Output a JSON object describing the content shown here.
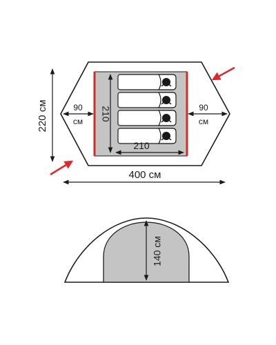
{
  "floor_plan": {
    "width_label": "400 см",
    "depth_label": "220 см",
    "vestibule_left_value": "90",
    "vestibule_left_unit": "см",
    "vestibule_right_value": "90",
    "vestibule_right_unit": "см",
    "inner_length_label": "210",
    "inner_width_label": "210",
    "sleeping_places": 4
  },
  "side_view": {
    "height_label": "140 см"
  },
  "colors": {
    "outline": "#1a1a1a",
    "tent_fill": "#ffffff",
    "inner_fill": "#c4c4c4",
    "door_red": "#d42a2a",
    "entrance_arrow": "#e0262a",
    "dimension_line": "#1a1a1a"
  },
  "icons": {
    "sleeping_bag": "sleeping-bag-icon",
    "entrance_arrow": "entrance-arrow-icon"
  }
}
